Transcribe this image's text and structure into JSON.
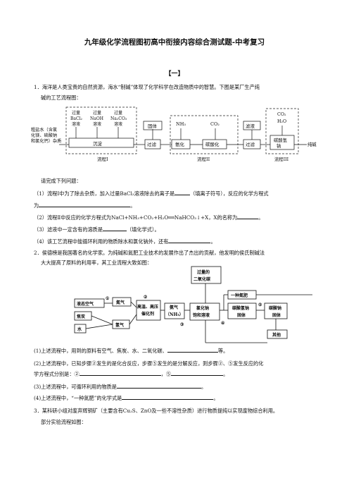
{
  "title": "九年级化学流程图初高中衔接内容综合测试题-中考复习",
  "section": "【一】",
  "q1": {
    "intro_line1": "1．海洋是人类宝贵的自然资源，海水“制碱”体现了化学科学在改造物质中的智慧。下图是某厂生产纯",
    "intro_line2": "碱的工艺流程图：",
    "diagram": {
      "input_line1": "粗盐水（含氯",
      "input_line2": "化镁、硫酸钠",
      "input_line3": "和氯化钙）杂质",
      "reagent1_top": "过量",
      "reagent1_name": "BaCl₂",
      "reagent1_form": "溶液",
      "reagent2_top": "过量",
      "reagent2_name": "NaOH",
      "reagent2_form": "溶液",
      "reagent3_top": "过量",
      "reagent3_name": "Na₂CO₃",
      "reagent3_form": "溶液",
      "precipitate": "沉淀",
      "solid": "固体",
      "filter1": "过滤",
      "nh3": "NH₃",
      "co2": "CO₂",
      "ammoniation": "氨化",
      "carbonation": "碳酸化",
      "filtrate": "滤液",
      "filter2": "过滤",
      "co2_out": "CO₂",
      "h2o_out": "H₂O",
      "bicarb_line1": "碳酸氢",
      "bicarb_line2": "钠",
      "soda": "纯碱",
      "stage1": "流程I",
      "stage2": "流程II",
      "stage3": "流程III"
    },
    "prompt": "请完成下列问题：",
    "sub1a": "（1）流程Ⅰ中为了除去杂质，加入过量BaCl₂溶液除去的离子是",
    "sub1b": "（填离子符号），反应的化学方程式",
    "sub1c": "为",
    "sub1d": "。",
    "sub2a": "（2）流程Ⅱ中反应的化学方程式为NaCl+NH₃+CO₂+H₂O══NaHCO₃↓+X，X的名称为",
    "sub2b": "。",
    "sub3a": "（3）滤液中一定含有的溶质是",
    "sub3b": "（填化学式）。",
    "sub4a": "（4）该工艺流程中能循环利用的物质除水和氯化钠外，还有",
    "sub4b": "。"
  },
  "q2": {
    "intro_line1": "2．侯德榜是我国著名的化学家。为纯碱和氮肥工业技术的发展作出了杰出的贡献，他发明的侯氏制碱法",
    "intro_line2": "大大提高了原料的利用率，其工业流程大致如图：",
    "diagram": {
      "liquid_air": "液态空气",
      "coke": "焦炭",
      "water": "水",
      "nitrogen": "氮气",
      "hydrogen": "氢气",
      "step1": "①",
      "step2": "②",
      "step3": "③",
      "step4": "④",
      "step5": "⑤",
      "catalyst_line1": "高温、高压",
      "catalyst_line2": "催化剂",
      "ammonia_line1": "氨气",
      "ammonia_line2": "（NH₃）",
      "excess_co2_line1": "过量的",
      "excess_co2_line2": "二氧化碳",
      "brine_line1": "氯化钠",
      "brine_line2": "饱和溶液",
      "nh4cl": "一种氮肥",
      "nahco3_line1": "碳酸氢钠",
      "nahco3_line2": "固体",
      "na2co3_line1": "碳酸钠",
      "na2co3_line2": "固体",
      "other": "其他"
    },
    "sub1a": "(1)上述流程中，用到的原料有空气、焦炭、水、二氧化碳、",
    "sub1b": "等。",
    "sub2_line1a": "(2)上述流程中，已知步骤②发生的是化合反应，步骤⑤发生的是分解反应，则步骤②、⑤发生反应的化",
    "sub2_line2a": "学方程式分别是：②",
    "sub2_line2b": "，⑤",
    "sub2_line2c": "。",
    "sub3a": "(3)上述流程中，可循环利用的物质是",
    "sub3b": "。",
    "sub4a": "(4)上述流程中，“一种氮肥”的化学式是",
    "sub4b": "。"
  },
  "q3": {
    "line1": "3．某科研小组对废弃辉铜矿（主要含有Cu₂S、ZnO及一些不溶性杂质）进行物质提纯以实现废物综合利用。",
    "line2": "部分实验流程如图："
  }
}
